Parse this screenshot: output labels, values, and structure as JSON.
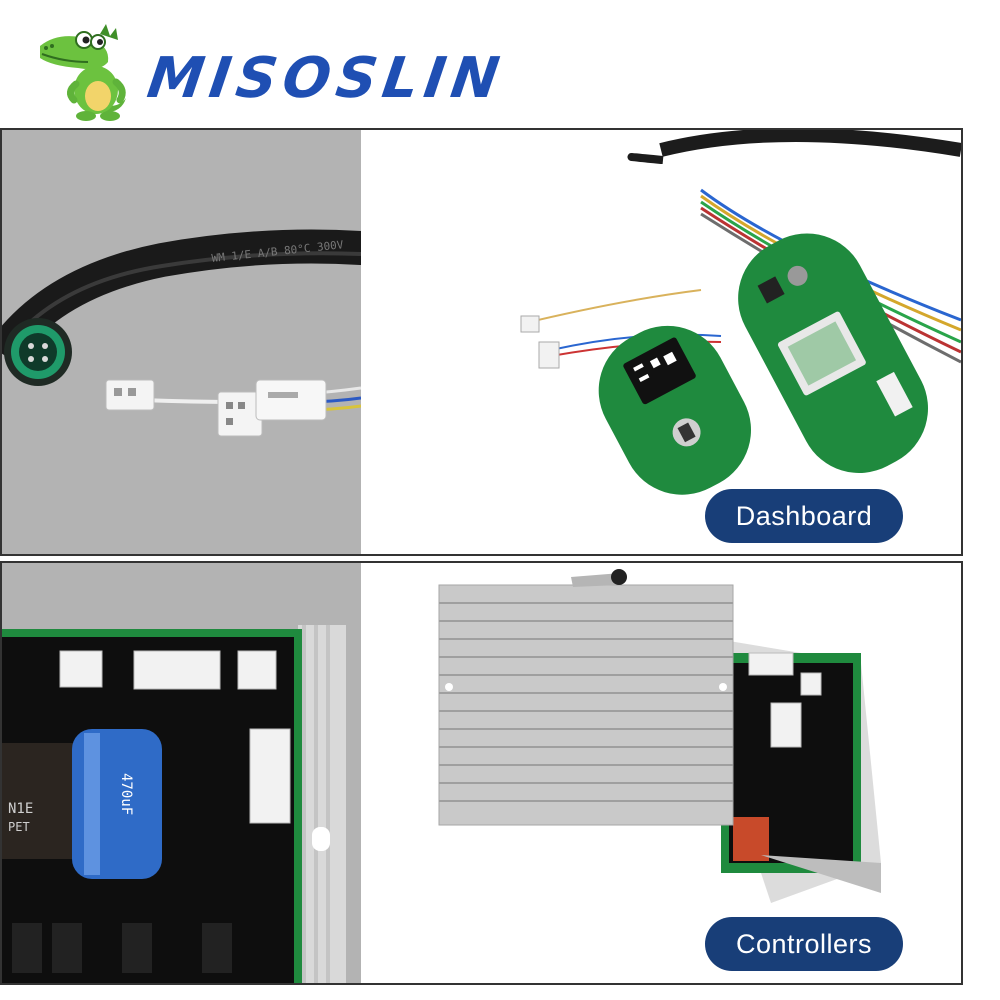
{
  "header": {
    "brand_name": "MISOSLIN",
    "logo_icon": "crocodile-mascot-icon"
  },
  "panels": {
    "top": {
      "label": "Dashboard",
      "left_image": "connector-cable-photo",
      "right_image": "dashboard-circuit-board-photo"
    },
    "bottom": {
      "label": "Controllers",
      "left_image": "controller-board-closeup-photo",
      "right_image": "controller-heatsink-photo"
    }
  },
  "colors": {
    "brand_blue": "#1f4fb3",
    "pill_navy": "#183e78",
    "panel_gray": "#b3b3b3",
    "pcb_green": "#1f8a3e"
  }
}
